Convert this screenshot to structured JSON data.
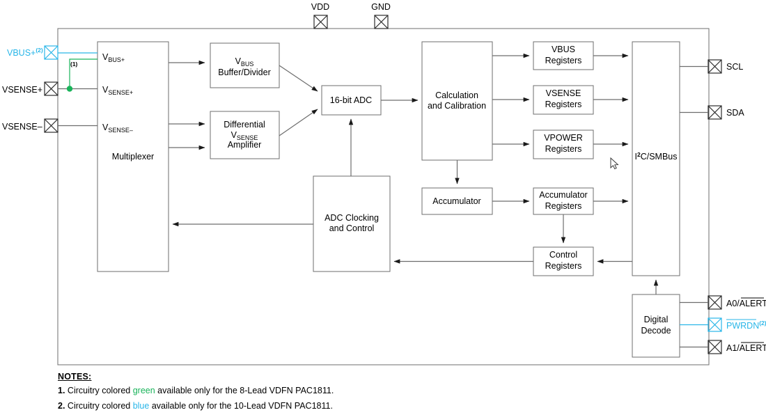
{
  "diagram": {
    "title": "PAC1811 Block Diagram",
    "colors": {
      "line": "#6d6d6d",
      "box_border": "#6d6d6d",
      "outline": "#555555",
      "blue": "#29b6e8",
      "green": "#19b35a",
      "text": "#000000"
    },
    "top_pins": [
      {
        "name": "VDD",
        "label": "VDD"
      },
      {
        "name": "GND",
        "label": "GND"
      }
    ],
    "left_pins": [
      {
        "name": "vbus-plus",
        "label": "VBUS+",
        "sup": "(2)",
        "color": "blue"
      },
      {
        "name": "vsense-plus",
        "label": "VSENSE+",
        "sup": "",
        "color": "black"
      },
      {
        "name": "vsense-minus",
        "label": "VSENSE–",
        "sup": "",
        "color": "black"
      }
    ],
    "right_pins": [
      {
        "name": "scl",
        "label": "SCL",
        "sup": "",
        "color": "black",
        "overline": ""
      },
      {
        "name": "sda",
        "label": "SDA",
        "sup": "",
        "color": "black",
        "overline": ""
      },
      {
        "name": "a0-alert",
        "label": "A0/",
        "overline": "ALERT",
        "sup": "",
        "color": "black"
      },
      {
        "name": "pwrdn",
        "label": "",
        "overline": "PWRDN",
        "sup": "(2)",
        "color": "blue"
      },
      {
        "name": "a1-alert",
        "label": "A1/",
        "overline": "ALERT",
        "sup": "",
        "color": "black"
      }
    ],
    "blocks": [
      {
        "name": "multiplexer",
        "label": "Multiplexer"
      },
      {
        "name": "vbus-buffer-divider",
        "label_line1": "VBUS",
        "label_line2": "Buffer/Divider",
        "sub": "BUS"
      },
      {
        "name": "differential-vsense-amplifier",
        "label_line1": "Differential",
        "label_line2": "VSENSE",
        "label_line3": "Amplifier",
        "sub": "SENSE"
      },
      {
        "name": "adc",
        "label": "16-bit ADC"
      },
      {
        "name": "calculation-and-calibration",
        "label_line1": "Calculation",
        "label_line2": "and Calibration"
      },
      {
        "name": "accumulator",
        "label": "Accumulator"
      },
      {
        "name": "adc-clocking-and-control",
        "label_line1": "ADC Clocking",
        "label_line2": "and Control"
      },
      {
        "name": "vbus-registers",
        "label_line1": "VBUS",
        "label_line2": "Registers"
      },
      {
        "name": "vsense-registers",
        "label_line1": "VSENSE",
        "label_line2": "Registers"
      },
      {
        "name": "vpower-registers",
        "label_line1": "VPOWER",
        "label_line2": "Registers"
      },
      {
        "name": "accumulator-registers",
        "label_line1": "Accumulator",
        "label_line2": "Registers"
      },
      {
        "name": "control-registers",
        "label_line1": "Control",
        "label_line2": "Registers"
      },
      {
        "name": "i2c-smbus",
        "label": "I2C/SMBus",
        "label_prefix": "I",
        "label_sup": "2",
        "label_suffix": "C/SMBus"
      },
      {
        "name": "digital-decode",
        "label_line1": "Digital",
        "label_line2": "Decode"
      }
    ],
    "mux_port_labels": [
      {
        "name": "mux-port-vbus-plus",
        "base": "V",
        "sub": "BUS+"
      },
      {
        "name": "mux-port-vsense-plus",
        "base": "V",
        "sub": "SENSE+"
      },
      {
        "name": "mux-port-vsense-minus",
        "base": "V",
        "sub": "SENSE–"
      }
    ],
    "annotations": [
      {
        "name": "note-marker-1",
        "label": "(1)"
      }
    ],
    "notes": {
      "title": "NOTES:",
      "items": [
        {
          "num": "1.",
          "pre": "Circuitry colored ",
          "colored": "green",
          "post": " available only for the 8-Lead VDFN PAC1811.",
          "color": "green"
        },
        {
          "num": "2.",
          "pre": "Circuitry colored ",
          "colored": "blue",
          "post": " available only for the 10-Lead VDFN PAC1811.",
          "color": "blue"
        }
      ]
    }
  }
}
